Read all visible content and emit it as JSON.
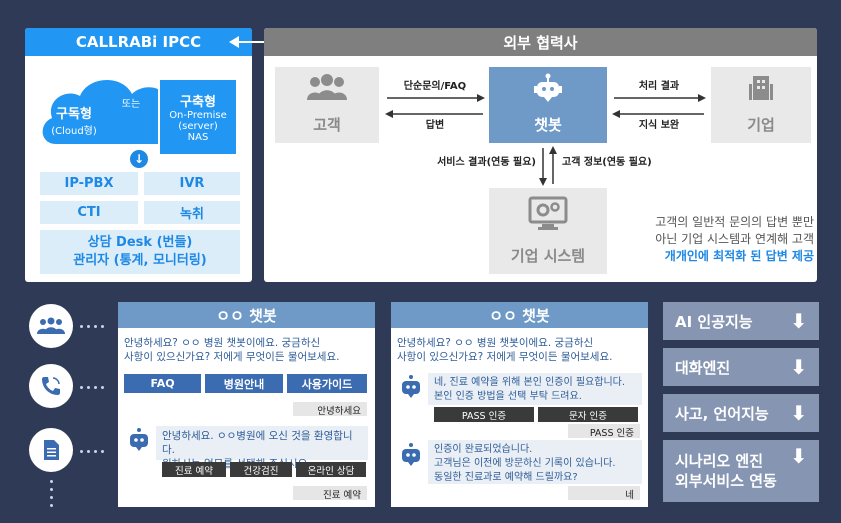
{
  "top_left": {
    "title": "CALLRABi IPCC",
    "cloud_label_1": "구독형",
    "cloud_label_2": "(Cloud형)",
    "or_text": "또는",
    "onprem_title": "구축형",
    "onprem_1": "On-Premise",
    "onprem_2": "(server)",
    "onprem_3": "NAS",
    "modules": [
      "IP-PBX",
      "IVR",
      "CTI",
      "녹취"
    ],
    "desk_1": "상담 Desk (번들)",
    "desk_2": "관리자 (통계, 모니터링)"
  },
  "top_right": {
    "title": "외부 협력사",
    "customer": "고객",
    "chatbot": "챗봇",
    "company": "기업",
    "system": "기업 시스템",
    "arrow_simple_faq": "단순문의/FAQ",
    "arrow_answer": "답변",
    "arrow_result": "처리 결과",
    "arrow_knowledge": "지식 보완",
    "arrow_service": "서비스 결과(연동 필요)",
    "arrow_custinfo": "고객 정보(연동 필요)",
    "desc_1": "고객의 일반적 문의의 답변 뿐만",
    "desc_2": "아닌 기업 시스템과 연계해 고객",
    "desc_3": "개개인에 최적화 된 답변 제공"
  },
  "chat1": {
    "title": "ㅇㅇ 챗봇",
    "greeting_1": "안녕하세요? ㅇㅇ 병원 챗봇이에요. 궁금하신",
    "greeting_2": "사항이 있으신가요? 저에게 무엇이든 물어보세요.",
    "buttons": [
      "FAQ",
      "병원안내",
      "사용가이드"
    ],
    "reply_1": "안녕하세요",
    "bot_1": "안녕하세요. ㅇㅇ병원에 오신 것을 환영합니다.",
    "bot_2": "원하시는 업무를 선택해 주십시오",
    "options": [
      "진료 예약",
      "건강검진",
      "온라인 상담"
    ],
    "reply_2": "진료 예약"
  },
  "chat2": {
    "title": "ㅇㅇ 챗봇",
    "greeting_1": "안녕하세요? ㅇㅇ 병원 챗봇이에요. 궁금하신",
    "greeting_2": "사항이 있으신가요? 저에게 무엇이든 물어보세요.",
    "bot_a1": "네, 진료 예약을 위해 본인 인증이 필요합니다.",
    "bot_a2": "본인 인증 방법을 선택 부탁 드려요.",
    "options": [
      "PASS 인증",
      "문자 인증"
    ],
    "reply_1": "PASS 인증",
    "bot_b1": "인증이 완료되었습니다.",
    "bot_b2": "고객님은 이전에 방문하신 기록이 있습니다.",
    "bot_b3": "동일한 진료과로 예약해 드릴까요?",
    "reply_2": "네"
  },
  "right_cards": [
    "AI 인공지능",
    "대화엔진",
    "사고, 언어지능"
  ],
  "right_card_last_1": "시나리오 엔진",
  "right_card_last_2": "외부서비스 연동",
  "colors": {
    "bg": "#2e3a56",
    "blue": "#2196f3",
    "chatbot": "#6f9ac8",
    "card": "#8595b2"
  }
}
